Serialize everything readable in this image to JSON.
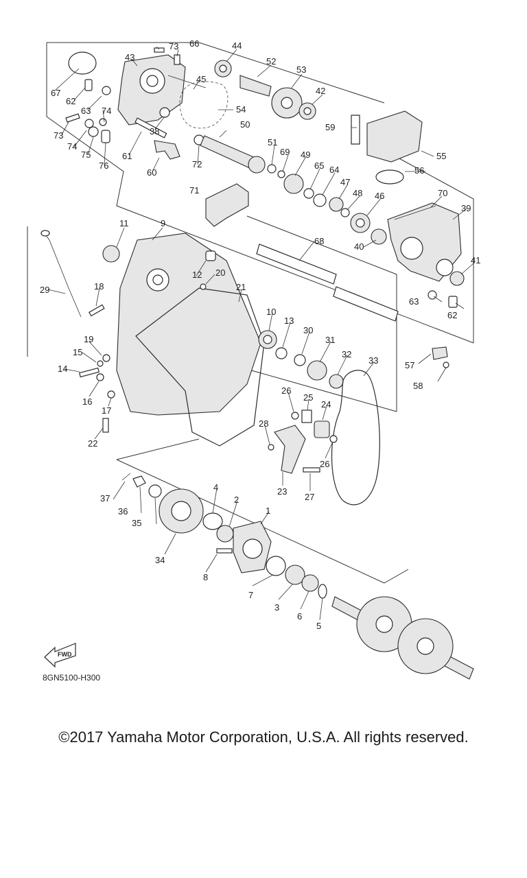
{
  "diagram": {
    "drawing_code": "8GN5100-H300",
    "fwd_label": "FWD",
    "callouts": [
      {
        "id": "c1",
        "label": "1"
      },
      {
        "id": "c2",
        "label": "2"
      },
      {
        "id": "c3",
        "label": "3"
      },
      {
        "id": "c4",
        "label": "4"
      },
      {
        "id": "c5",
        "label": "5"
      },
      {
        "id": "c6",
        "label": "6"
      },
      {
        "id": "c7",
        "label": "7"
      },
      {
        "id": "c8",
        "label": "8"
      },
      {
        "id": "c9",
        "label": "9"
      },
      {
        "id": "c10",
        "label": "10"
      },
      {
        "id": "c11",
        "label": "11"
      },
      {
        "id": "c12",
        "label": "12"
      },
      {
        "id": "c13",
        "label": "13"
      },
      {
        "id": "c14",
        "label": "14"
      },
      {
        "id": "c15",
        "label": "15"
      },
      {
        "id": "c16",
        "label": "16"
      },
      {
        "id": "c17",
        "label": "17"
      },
      {
        "id": "c18",
        "label": "18"
      },
      {
        "id": "c19",
        "label": "19"
      },
      {
        "id": "c20",
        "label": "20"
      },
      {
        "id": "c21",
        "label": "21"
      },
      {
        "id": "c22",
        "label": "22"
      },
      {
        "id": "c23",
        "label": "23"
      },
      {
        "id": "c24",
        "label": "24"
      },
      {
        "id": "c25",
        "label": "25"
      },
      {
        "id": "c26a",
        "label": "26"
      },
      {
        "id": "c26b",
        "label": "26"
      },
      {
        "id": "c27",
        "label": "27"
      },
      {
        "id": "c28",
        "label": "28"
      },
      {
        "id": "c29",
        "label": "29"
      },
      {
        "id": "c30",
        "label": "30"
      },
      {
        "id": "c31",
        "label": "31"
      },
      {
        "id": "c32",
        "label": "32"
      },
      {
        "id": "c33",
        "label": "33"
      },
      {
        "id": "c34",
        "label": "34"
      },
      {
        "id": "c35",
        "label": "35"
      },
      {
        "id": "c36",
        "label": "36"
      },
      {
        "id": "c37",
        "label": "37"
      },
      {
        "id": "c38",
        "label": "38"
      },
      {
        "id": "c39",
        "label": "39"
      },
      {
        "id": "c40",
        "label": "40"
      },
      {
        "id": "c41",
        "label": "41"
      },
      {
        "id": "c42",
        "label": "42"
      },
      {
        "id": "c43",
        "label": "43"
      },
      {
        "id": "c44",
        "label": "44"
      },
      {
        "id": "c45",
        "label": "45"
      },
      {
        "id": "c46",
        "label": "46"
      },
      {
        "id": "c47",
        "label": "47"
      },
      {
        "id": "c48",
        "label": "48"
      },
      {
        "id": "c49",
        "label": "49"
      },
      {
        "id": "c50",
        "label": "50"
      },
      {
        "id": "c51",
        "label": "51"
      },
      {
        "id": "c52",
        "label": "52"
      },
      {
        "id": "c53",
        "label": "53"
      },
      {
        "id": "c54",
        "label": "54"
      },
      {
        "id": "c55",
        "label": "55"
      },
      {
        "id": "c56",
        "label": "56"
      },
      {
        "id": "c57",
        "label": "57"
      },
      {
        "id": "c58",
        "label": "58"
      },
      {
        "id": "c59",
        "label": "59"
      },
      {
        "id": "c60",
        "label": "60"
      },
      {
        "id": "c61",
        "label": "61"
      },
      {
        "id": "c62a",
        "label": "62"
      },
      {
        "id": "c62b",
        "label": "62"
      },
      {
        "id": "c63a",
        "label": "63"
      },
      {
        "id": "c63b",
        "label": "63"
      },
      {
        "id": "c64",
        "label": "64"
      },
      {
        "id": "c65",
        "label": "65"
      },
      {
        "id": "c66",
        "label": "66"
      },
      {
        "id": "c67",
        "label": "67"
      },
      {
        "id": "c68",
        "label": "68"
      },
      {
        "id": "c69",
        "label": "69"
      },
      {
        "id": "c70",
        "label": "70"
      },
      {
        "id": "c71",
        "label": "71"
      },
      {
        "id": "c72",
        "label": "72"
      },
      {
        "id": "c73a",
        "label": "73"
      },
      {
        "id": "c73b",
        "label": "73"
      },
      {
        "id": "c74a",
        "label": "74"
      },
      {
        "id": "c74b",
        "label": "74"
      },
      {
        "id": "c75",
        "label": "75"
      },
      {
        "id": "c76",
        "label": "76"
      }
    ]
  },
  "footer": {
    "copyright": "©2017 Yamaha Motor Corporation, U.S.A. All rights reserved."
  }
}
